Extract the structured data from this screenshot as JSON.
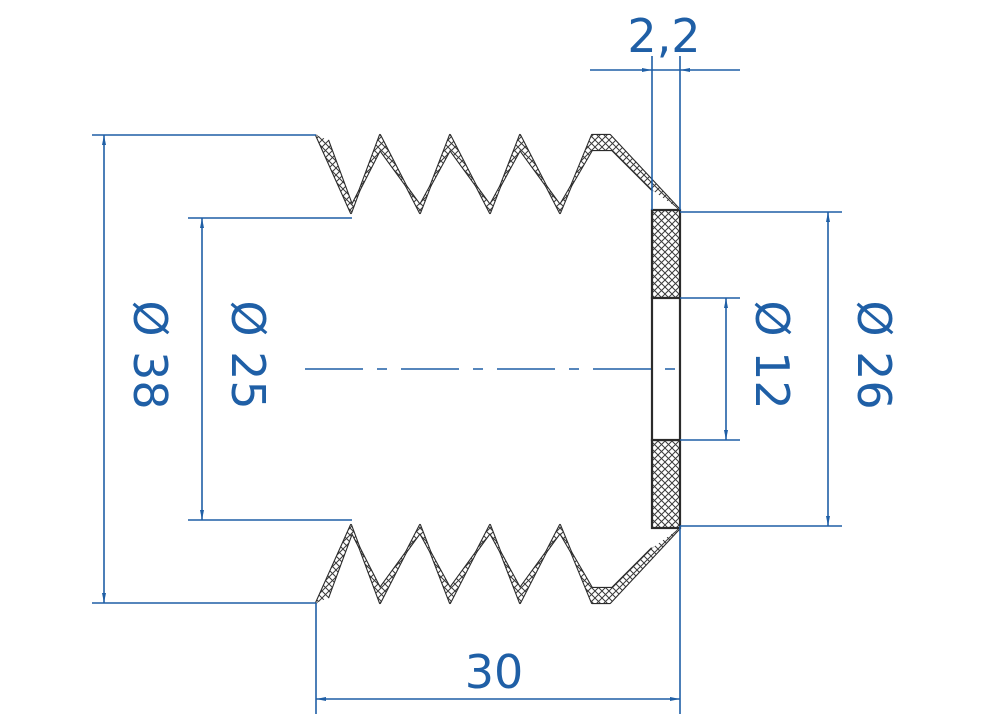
{
  "drawing": {
    "colors": {
      "dimension": "#1f5fa6",
      "outline": "#2b2b2b",
      "hatch": "#3a3a3a",
      "background": "#ffffff"
    },
    "dimensions": {
      "wall_thickness": "2,2",
      "outer_diameter": "Ø 38",
      "inner_diameter": "Ø 25",
      "hole_diameter": "Ø 12",
      "end_diameter": "Ø 26",
      "length": "30"
    }
  }
}
